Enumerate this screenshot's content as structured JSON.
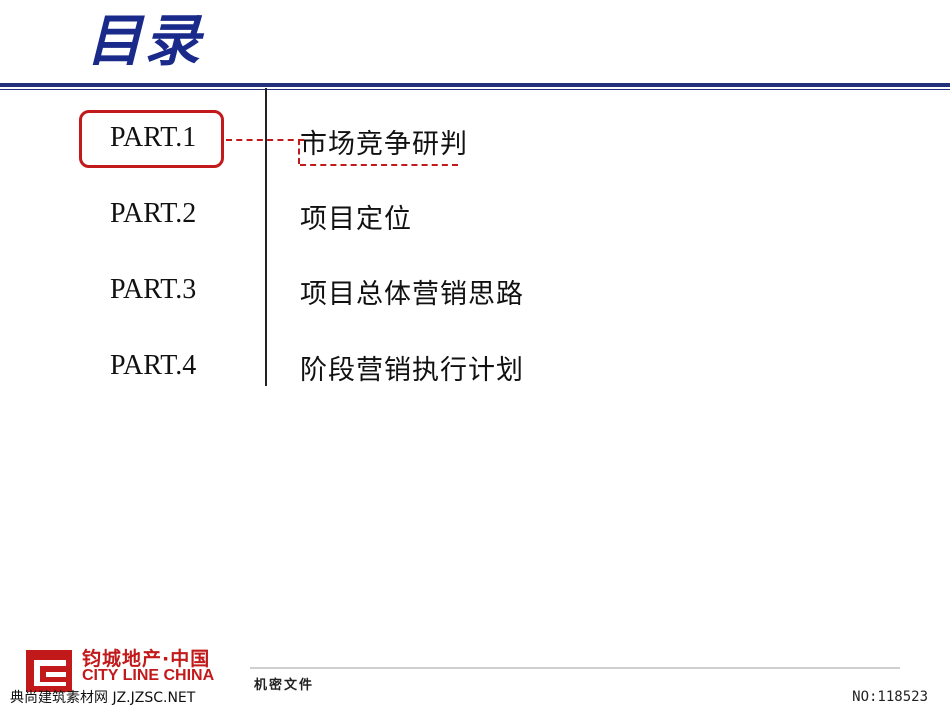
{
  "title": "目录",
  "toc": [
    {
      "part": "PART.1",
      "label": "市场竞争研判",
      "highlighted": true
    },
    {
      "part": "PART.2",
      "label": "项目定位",
      "highlighted": false
    },
    {
      "part": "PART.3",
      "label": "项目总体营销思路",
      "highlighted": false
    },
    {
      "part": "PART.4",
      "label": "阶段营销执行计划",
      "highlighted": false
    }
  ],
  "footer": {
    "logo_cn": "钧城地产·中国",
    "logo_en": "CITY LINE CHINA",
    "confidential": "机密文件",
    "watermark": "典尚建筑素材网 JZ.JZSC.NET",
    "id": "NO:118523"
  },
  "colors": {
    "title": "#1a2a8a",
    "rule": "#22307e",
    "accent": "#c21a1a"
  }
}
